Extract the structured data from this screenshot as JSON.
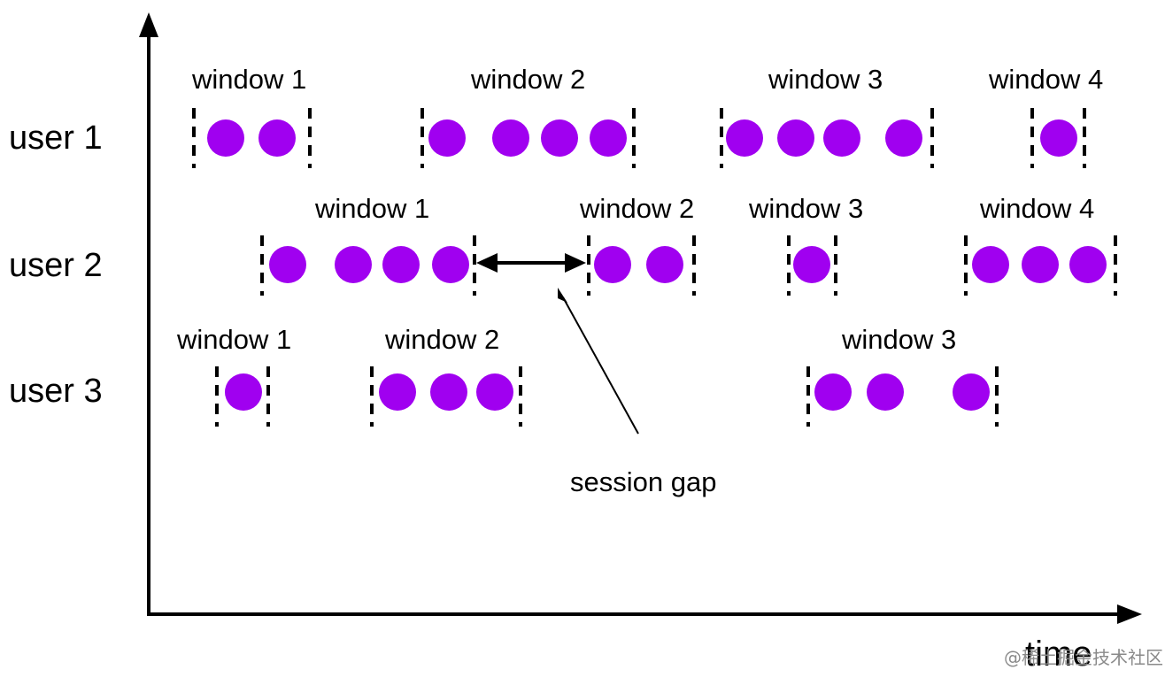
{
  "colors": {
    "event": "#a000f0",
    "line": "#000000",
    "watermark": "#8a8a8a"
  },
  "axes": {
    "x_label": "time"
  },
  "users": [
    {
      "label": "user 1",
      "windows": [
        {
          "label": "window 1",
          "events": 2
        },
        {
          "label": "window 2",
          "events": 4
        },
        {
          "label": "window 3",
          "events": 4
        },
        {
          "label": "window 4",
          "events": 1
        }
      ]
    },
    {
      "label": "user 2",
      "windows": [
        {
          "label": "window 1",
          "events": 4
        },
        {
          "label": "window 2",
          "events": 2
        },
        {
          "label": "window 3",
          "events": 1
        },
        {
          "label": "window 4",
          "events": 3
        }
      ]
    },
    {
      "label": "user 3",
      "windows": [
        {
          "label": "window 1",
          "events": 1
        },
        {
          "label": "window 2",
          "events": 3
        },
        {
          "label": "window 3",
          "events": 3
        }
      ]
    }
  ],
  "annotation": {
    "label": "session gap"
  },
  "watermark": {
    "text": "@稀土掘金技术社区"
  }
}
